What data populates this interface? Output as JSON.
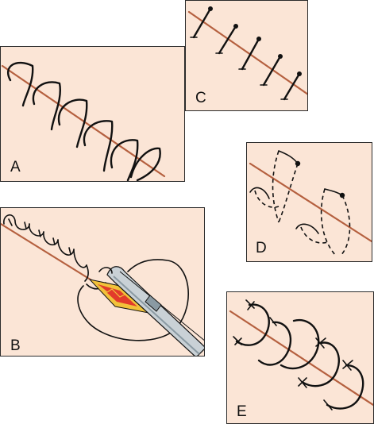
{
  "colors": {
    "panel_background": "#fbe5d6",
    "wound_line": "#b5603f",
    "suture": "#111111",
    "instrument": "#8a9aa3",
    "tissue_yellow": "#f2c23a",
    "tissue_red": "#e23b2b"
  },
  "panels": {
    "a": {
      "label": "A"
    },
    "b": {
      "label": "B"
    },
    "c": {
      "label": "C"
    },
    "d": {
      "label": "D"
    },
    "e": {
      "label": "E"
    }
  }
}
